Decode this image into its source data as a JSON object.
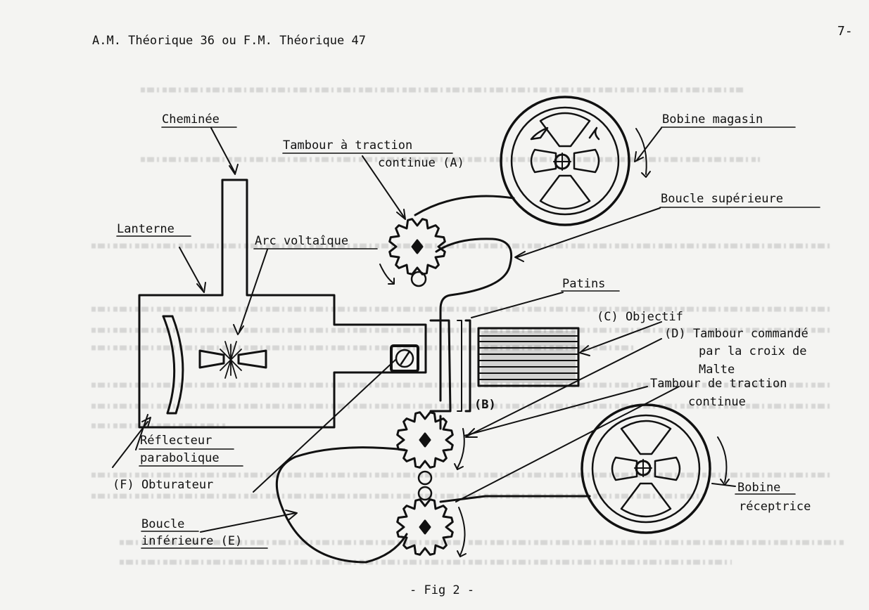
{
  "header": {
    "title": "A.M. Théorique 36   ou   F.M. Théorique 47",
    "page_number": "7-"
  },
  "labels": {
    "cheminee": "Cheminée",
    "tambour_a_1": "Tambour à traction",
    "tambour_a_2": "continue (A)",
    "bobine_magasin": "Bobine magasin",
    "boucle_superieure": "Boucle supérieure",
    "lanterne": "Lanterne",
    "arc_voltaique": "Arc voltaîque",
    "patins": "Patins",
    "objectif": "(C) Objectif",
    "tambour_d_1": "(D) Tambour commandé",
    "tambour_d_2": "par la croix de",
    "tambour_d_3": "Malte",
    "tambour_traction_1": "Tambour de traction",
    "tambour_traction_2": "continue",
    "b_label": "(B)",
    "reflecteur_1": "Réflecteur",
    "reflecteur_2": "parabolique",
    "obturateur": "(F) Obturateur",
    "bobine_receptrice_1": "Bobine",
    "bobine_receptrice_2": "réceptrice",
    "boucle_inferieure_1": "Boucle",
    "boucle_inferieure_2": "inférieure (E)"
  },
  "caption": "- Fig 2 -"
}
